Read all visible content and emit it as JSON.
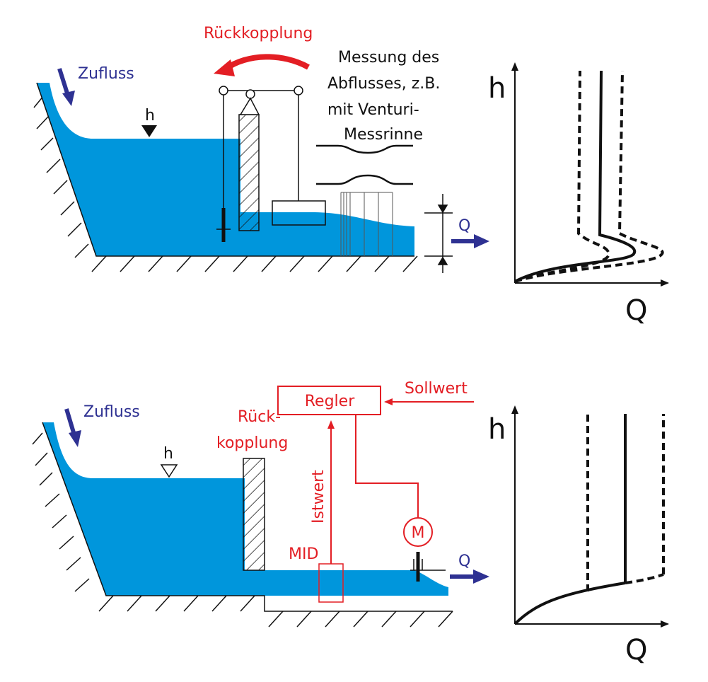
{
  "colors": {
    "water": "#0096dc",
    "flow_arrow": "#2e3192",
    "feedback": "#e31e24",
    "line": "#111111"
  },
  "top": {
    "inflow_label": "Zufluss",
    "level_label": "h",
    "feedback_label": "Rückkopplung",
    "measurement_lines": [
      "Messung des",
      "Abflusses, z.B.",
      "mit Venturi-",
      "Messrinne"
    ],
    "outflow_label": "Q",
    "chart": {
      "y_axis": "h",
      "x_axis": "Q"
    }
  },
  "bottom": {
    "inflow_label": "Zufluss",
    "level_label": "h",
    "feedback_lines": [
      "Rück-",
      "kopplung"
    ],
    "controller_label": "Regler",
    "setpoint_label": "Sollwert",
    "actual_value_label": "Istwert",
    "sensor_label": "MID",
    "motor_label": "M",
    "outflow_label": "Q",
    "chart": {
      "y_axis": "h",
      "x_axis": "Q"
    }
  }
}
